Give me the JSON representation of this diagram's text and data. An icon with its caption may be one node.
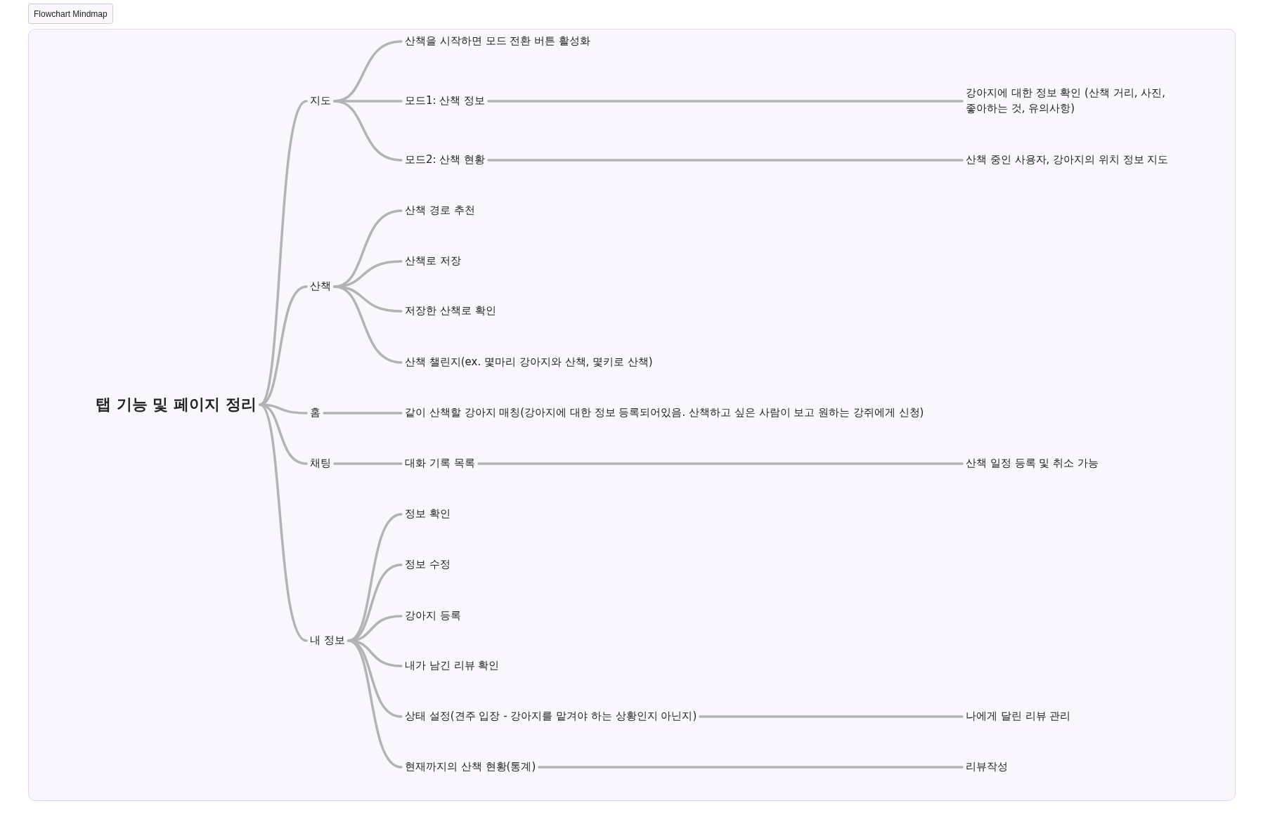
{
  "diagram": {
    "nodes": [
      {
        "text": [
          "탭 기능 및 페이지 정리"
        ]
      },
      {
        "text": [
          "지도"
        ]
      },
      {
        "text": [
          "산책을 시작하면 모드 전환 버튼 활성화"
        ]
      },
      {
        "text": [
          "모드1: 산책 정보"
        ]
      },
      {
        "text": [
          "강아지에 대한 정보 확인 (산책 거리, 사진, 좋아하는 것, 유의사항)"
        ]
      },
      {
        "text": [
          "모드2: 산책 현황"
        ]
      },
      {
        "text": [
          "산책 중인 사용자, 강아지의 위치 정보 지도"
        ]
      },
      {
        "text": [
          "산책"
        ]
      },
      {
        "text": [
          "산책 경로 추천"
        ]
      },
      {
        "text": [
          "산책로 저장"
        ]
      },
      {
        "text": [
          "저장한 산책로 확인"
        ]
      },
      {
        "text": [
          "산책 챌린지(ex. 몇마리 강아지와 산책, 몇키로 산책)"
        ]
      },
      {
        "text": [
          "홈"
        ]
      },
      {
        "text": [
          "같이 산책할 강아지 매칭(강아지에 대한 정보 등록되어있음. 산책하고 싶은 사람이 보고 원하는 강쥐에게 신청)"
        ]
      },
      {
        "text": [
          "채팅"
        ]
      },
      {
        "text": [
          "대화 기록 목록"
        ]
      },
      {
        "text": [
          "산책 일정 등록 및 취소 가능"
        ]
      },
      {
        "text": [
          "내 정보"
        ]
      },
      {
        "text": [
          "정보 확인"
        ]
      },
      {
        "text": [
          "정보 수정"
        ]
      },
      {
        "text": [
          "강아지 등록"
        ]
      },
      {
        "text": [
          "내가 남긴 리뷰 확인"
        ]
      },
      {
        "text": [
          "상태 설정(견주 입장 - 강아지를 맡겨야 하는 상황인지 아닌지)"
        ]
      },
      {
        "text": [
          "나에게 달린 리뷰 관리"
        ]
      },
      {
        "text": [
          "현재까지의 산책 현황(통계)"
        ]
      },
      {
        "text": [
          "리뷰작성"
        ]
      }
    ],
    "edges": [
      {
        "from": 0,
        "to": 1,
        "arrow": "none"
      },
      {
        "from": 0,
        "to": 7,
        "arrow": "none"
      },
      {
        "from": 0,
        "to": 12,
        "arrow": "none"
      },
      {
        "from": 0,
        "to": 14,
        "arrow": "none"
      },
      {
        "from": 0,
        "to": 17,
        "arrow": "none"
      },
      {
        "from": 1,
        "to": 2,
        "arrow": "none"
      },
      {
        "from": 1,
        "to": 3,
        "arrow": "none"
      },
      {
        "from": 1,
        "to": 5,
        "arrow": "none"
      },
      {
        "from": 3,
        "to": 4,
        "arrow": "none"
      },
      {
        "from": 5,
        "to": 6,
        "arrow": "none"
      },
      {
        "from": 7,
        "to": 8,
        "arrow": "none"
      },
      {
        "from": 7,
        "to": 9,
        "arrow": "none"
      },
      {
        "from": 7,
        "to": 10,
        "arrow": "none"
      },
      {
        "from": 7,
        "to": 11,
        "arrow": "none"
      },
      {
        "from": 12,
        "to": 13,
        "arrow": "none"
      },
      {
        "from": 14,
        "to": 15,
        "arrow": "none"
      },
      {
        "from": 15,
        "to": 16,
        "arrow": "none"
      },
      {
        "from": 17,
        "to": 18,
        "arrow": "none"
      },
      {
        "from": 17,
        "to": 19,
        "arrow": "none"
      },
      {
        "from": 17,
        "to": 20,
        "arrow": "none"
      },
      {
        "from": 17,
        "to": 21,
        "arrow": "none"
      },
      {
        "from": 17,
        "to": 22,
        "arrow": "none"
      },
      {
        "from": 17,
        "to": 24,
        "arrow": "none"
      },
      {
        "from": 22,
        "to": 23,
        "arrow": "none"
      },
      {
        "from": 24,
        "to": 25,
        "arrow": "none"
      }
    ],
    "labels": [
      "Flowchart Mindmap"
    ]
  }
}
